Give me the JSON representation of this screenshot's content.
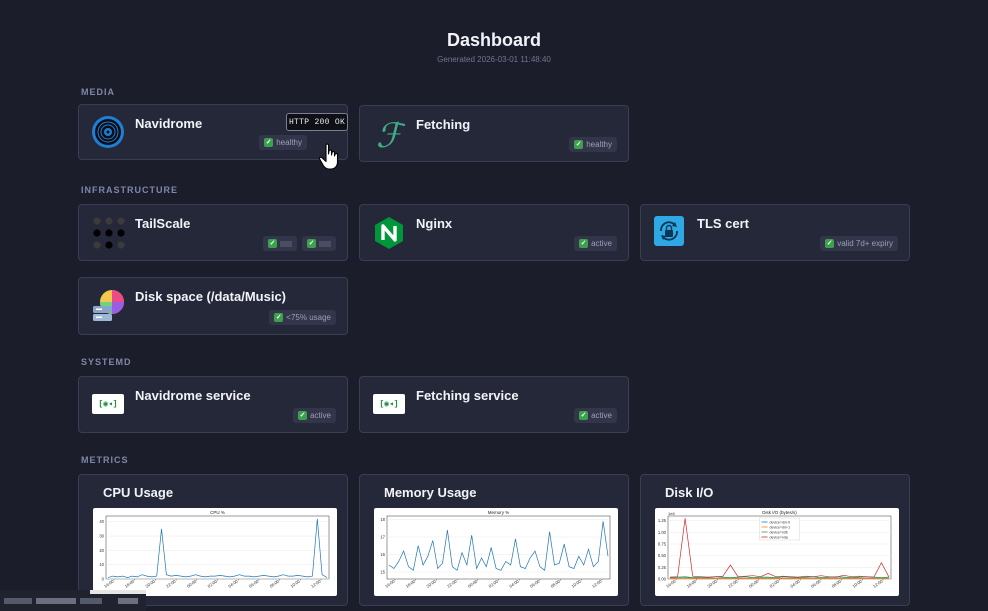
{
  "header": {
    "title": "Dashboard",
    "generated": "Generated 2026-03-01 11:48:40"
  },
  "sections": {
    "media": "MEDIA",
    "infrastructure": "INFRASTRUCTURE",
    "systemd": "SYSTEMD",
    "metrics": "METRICS"
  },
  "cards": {
    "navidrome": {
      "title": "Navidrome",
      "badge": "healthy",
      "tooltip": "HTTP 200 OK"
    },
    "fetching": {
      "title": "Fetching",
      "badge": "healthy"
    },
    "tailscale": {
      "title": "TailScale"
    },
    "nginx": {
      "title": "Nginx",
      "badge": "active"
    },
    "tls": {
      "title": "TLS cert",
      "badge": "valid 7d+ expiry"
    },
    "disk": {
      "title": "Disk space (/data/Music)",
      "badge": "<75% usage"
    },
    "navidrome_service": {
      "title": "Navidrome service",
      "badge": "active"
    },
    "fetching_service": {
      "title": "Fetching service",
      "badge": "active"
    }
  },
  "icons": {
    "navidrome": "vinyl-record-icon",
    "fetching": "script-f-icon",
    "tailscale": "tailscale-dots-icon",
    "nginx": "nginx-hexagon-icon",
    "tls": "lock-refresh-icon",
    "disk": "pie-disk-icon",
    "systemd": "systemd-icon",
    "check": "check-icon",
    "cursor": "hand-pointer-icon"
  },
  "systemd_glyph": "[◉◂]",
  "colors": {
    "background": "#1b1d2a",
    "card": "#252838",
    "ok": "#3aa24b",
    "chart_line": "#1f77b4",
    "disk_main": "#d62728"
  },
  "metrics": [
    {
      "title": "CPU Usage",
      "chart_data": {
        "type": "line",
        "title": "CPU %",
        "x_ticks": [
          "16:00",
          "18:00",
          "20:00",
          "22:00",
          "00:00",
          "02:00",
          "04:00",
          "06:00",
          "08:00",
          "10:00",
          "12:00"
        ],
        "y_ticks": [
          "0",
          "10",
          "20",
          "30",
          "40"
        ],
        "ylim": [
          0,
          44
        ],
        "series": [
          {
            "values": [
              1,
              2,
              1.5,
              2,
              1,
              2,
              1.5,
              3,
              2,
              1.5,
              2,
              35,
              3,
              2,
              2.5,
              2,
              1.5,
              2,
              3,
              2,
              1.5,
              2,
              2,
              2.5,
              2,
              1.5,
              2,
              3,
              2,
              2,
              1.5,
              2,
              2.5,
              2,
              1.5,
              2,
              3,
              2,
              2,
              2.5,
              2,
              1.5,
              2,
              42,
              3,
              1
            ]
          }
        ]
      }
    },
    {
      "title": "Memory Usage",
      "chart_data": {
        "type": "line",
        "title": "Memory %",
        "x_ticks": [
          "16:00",
          "18:00",
          "20:00",
          "22:00",
          "00:00",
          "02:00",
          "04:00",
          "06:00",
          "08:00",
          "10:00",
          "12:00"
        ],
        "y_ticks": [
          "15",
          "16",
          "17",
          "18"
        ],
        "ylim": [
          14.6,
          18.2
        ],
        "series": [
          {
            "values": [
              15.4,
              15.2,
              15.6,
              16.2,
              15.3,
              15.1,
              16.5,
              15.4,
              15.9,
              16.8,
              15.2,
              15.5,
              17.4,
              15.3,
              15.1,
              16.1,
              15.4,
              17.1,
              15.2,
              15.8,
              15.3,
              16.4,
              15.2,
              15.1,
              15.6,
              15.4,
              16.9,
              15.3,
              15.2,
              15.8,
              16.2,
              15.3,
              15.1,
              17.3,
              15.4,
              15.5,
              16.6,
              15.3,
              15.2,
              15.9,
              15.4,
              16.3,
              15.3,
              15.6,
              17.9,
              15.9
            ]
          }
        ]
      }
    },
    {
      "title": "Disk I/O",
      "chart_data": {
        "type": "line",
        "title": "Disk I/O (bytes/s)",
        "multiplier": "1e6",
        "x_ticks": [
          "16:00",
          "18:00",
          "20:00",
          "22:00",
          "00:00",
          "02:00",
          "04:00",
          "06:00",
          "08:00",
          "10:00",
          "12:00"
        ],
        "y_ticks": [
          "0.00",
          "0.25",
          "0.50",
          "0.75",
          "1.00",
          "1.25"
        ],
        "ylim": [
          0,
          1.35
        ],
        "legend": [
          "device=dm-0",
          "device=dm-1",
          "device=vdb",
          "device=vda"
        ],
        "legend_position": "top-center",
        "series": [
          {
            "name": "device=dm-0",
            "color": "#1f77b4",
            "values": [
              0.02,
              0.02,
              0.03,
              0.02,
              0.02,
              0.02,
              0.02,
              0.02,
              0.02,
              0.02,
              0.02,
              0.02,
              0.02,
              0.02,
              0.02,
              0.02,
              0.02,
              0.02,
              0.02,
              0.02,
              0.02,
              0.02,
              0.02,
              0.02,
              0.02,
              0.02,
              0.02,
              0.02,
              0.02,
              0.02
            ]
          },
          {
            "name": "device=dm-1",
            "color": "#ff7f0e",
            "values": [
              0.01,
              0.01,
              0.02,
              0.01,
              0.01,
              0.01,
              0.01,
              0.01,
              0.01,
              0.01,
              0.01,
              0.01,
              0.01,
              0.01,
              0.01,
              0.01,
              0.01,
              0.01,
              0.01,
              0.01,
              0.01,
              0.01,
              0.01,
              0.01,
              0.01,
              0.01,
              0.01,
              0.01,
              0.01,
              0.01
            ]
          },
          {
            "name": "device=vdb",
            "color": "#2ca02c",
            "values": [
              0.03,
              0.04,
              0.05,
              0.03,
              0.04,
              0.03,
              0.05,
              0.04,
              0.03,
              0.04,
              0.05,
              0.03,
              0.04,
              0.04,
              0.03,
              0.05,
              0.04,
              0.03,
              0.04,
              0.05,
              0.03,
              0.04,
              0.05,
              0.04,
              0.03,
              0.04,
              0.05,
              0.04,
              0.03,
              0.04
            ]
          },
          {
            "name": "device=vda",
            "color": "#d62728",
            "values": [
              0.04,
              0.05,
              1.3,
              0.06,
              0.05,
              0.04,
              0.05,
              0.06,
              0.3,
              0.05,
              0.06,
              0.07,
              0.05,
              0.12,
              0.05,
              0.06,
              0.05,
              0.04,
              0.06,
              0.05,
              0.07,
              0.05,
              0.04,
              0.08,
              0.05,
              0.06,
              0.05,
              0.04,
              0.35,
              0.04
            ]
          }
        ]
      }
    }
  ]
}
